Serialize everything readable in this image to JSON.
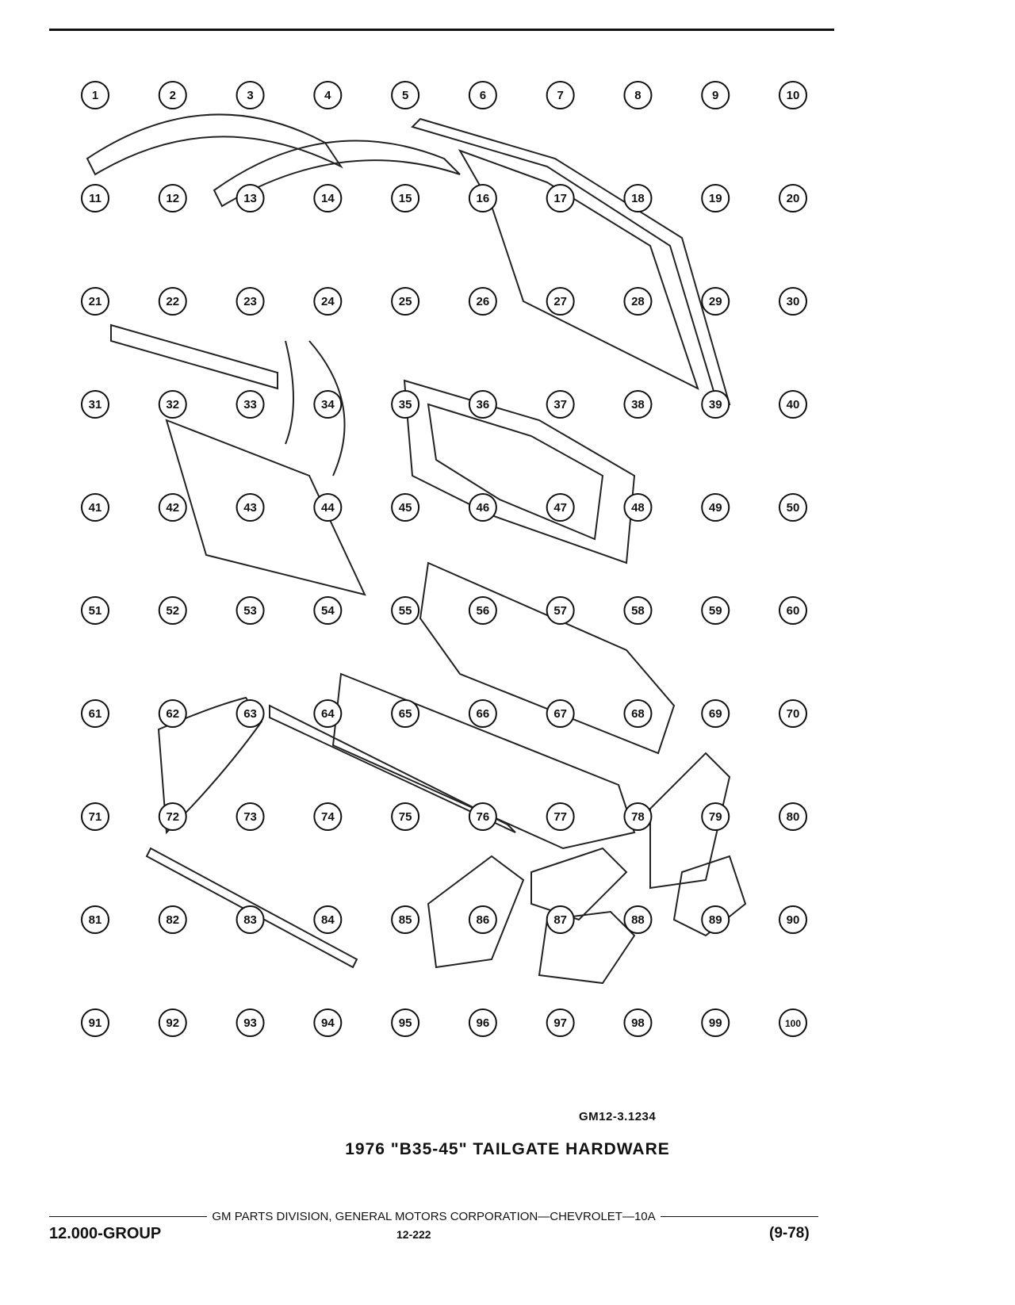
{
  "diagram": {
    "code": "GM12-3.1234",
    "title": "1976 \"B35-45\" TAILGATE HARDWARE",
    "callouts": [
      "1",
      "2",
      "3",
      "4",
      "5",
      "6",
      "7",
      "8",
      "9",
      "10",
      "11",
      "12",
      "13",
      "14",
      "15",
      "16",
      "17",
      "18",
      "19",
      "20",
      "21",
      "22",
      "23",
      "24",
      "25",
      "26",
      "27",
      "28",
      "29",
      "30",
      "31",
      "32",
      "33",
      "34",
      "35",
      "36",
      "37",
      "38",
      "39",
      "40",
      "41",
      "42",
      "43",
      "44",
      "45",
      "46",
      "47",
      "48",
      "49",
      "50",
      "51",
      "52",
      "53",
      "54",
      "55",
      "56",
      "57",
      "58",
      "59",
      "60",
      "61",
      "62",
      "63",
      "64",
      "65",
      "66",
      "67",
      "68",
      "69",
      "70",
      "71",
      "72",
      "73",
      "74",
      "75",
      "76",
      "77",
      "78",
      "79",
      "80",
      "81",
      "82",
      "83",
      "84",
      "85",
      "86",
      "87",
      "88",
      "89",
      "90",
      "91",
      "92",
      "93",
      "94",
      "95",
      "96",
      "97",
      "98",
      "99",
      "100"
    ]
  },
  "footer": {
    "publisher": "GM PARTS DIVISION, GENERAL MOTORS CORPORATION—CHEVROLET—10A",
    "group": "12.000-GROUP",
    "page": "12-222",
    "date": "(9-78)"
  }
}
